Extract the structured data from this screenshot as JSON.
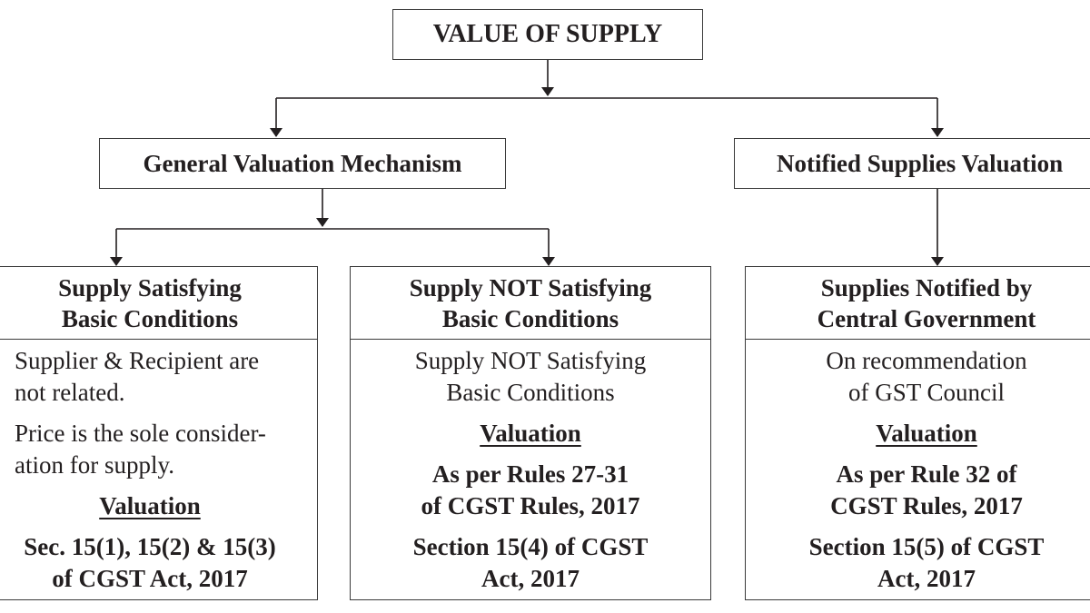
{
  "root": {
    "title": "VALUE OF SUPPLY"
  },
  "level2": {
    "general": "General Valuation Mechanism",
    "notified": "Notified Supplies Valuation"
  },
  "cards": [
    {
      "head": [
        "Supply Satisfying",
        "Basic Conditions"
      ],
      "desc": [
        "Supplier & Recipient are",
        "not related."
      ],
      "desc2": [
        "Price is the sole consider-",
        "ation for supply."
      ],
      "valuation_label": "Valuation",
      "rule": [
        "Sec. 15(1), 15(2) & 15(3)",
        "of CGST Act, 2017"
      ]
    },
    {
      "head": [
        "Supply NOT Satisfying",
        "Basic Conditions"
      ],
      "desc": [
        "Supply NOT Satisfying",
        "Basic Conditions"
      ],
      "valuation_label": "Valuation",
      "rule": [
        "As per Rules 27-31",
        "of CGST Rules, 2017"
      ],
      "section": [
        "Section 15(4) of CGST",
        "Act, 2017"
      ]
    },
    {
      "head": [
        "Supplies Notified by",
        "Central Government"
      ],
      "desc": [
        "On recommendation",
        "of GST Council"
      ],
      "valuation_label": "Valuation",
      "rule": [
        "As per Rule 32 of",
        "CGST Rules, 2017"
      ],
      "section": [
        "Section 15(5) of CGST",
        "Act, 2017"
      ]
    }
  ]
}
